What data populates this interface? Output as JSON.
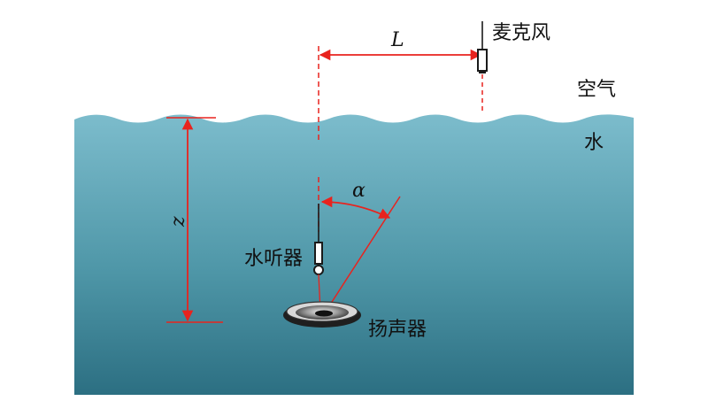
{
  "labels": {
    "microphone": "麦克风",
    "air": "空气",
    "water": "水",
    "hydrophone": "水听器",
    "speaker": "扬声器",
    "distance_L": "L",
    "angle_alpha": "α",
    "depth_z": "z"
  },
  "colors": {
    "water_top": "#79b9c9",
    "water_bottom": "#2f7486",
    "dimension_red": "#e8231e",
    "device_dark": "#1a1a1a"
  }
}
